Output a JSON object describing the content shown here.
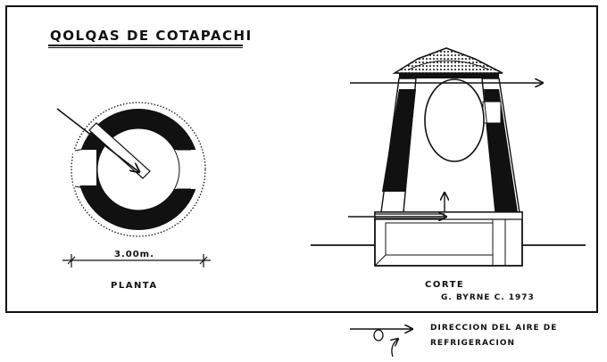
{
  "title": "QOLQAS DE COTAPACHI",
  "plan": {
    "label": "PLANTA",
    "dimension": "3.00m."
  },
  "section": {
    "label": "CORTE"
  },
  "author": "G. BYRNE C.  1973",
  "legend": {
    "line1": "DIRECCION DEL AIRE DE",
    "line2": "REFRIGERACION"
  },
  "colors": {
    "ink": "#111111",
    "paper": "#ffffff"
  }
}
